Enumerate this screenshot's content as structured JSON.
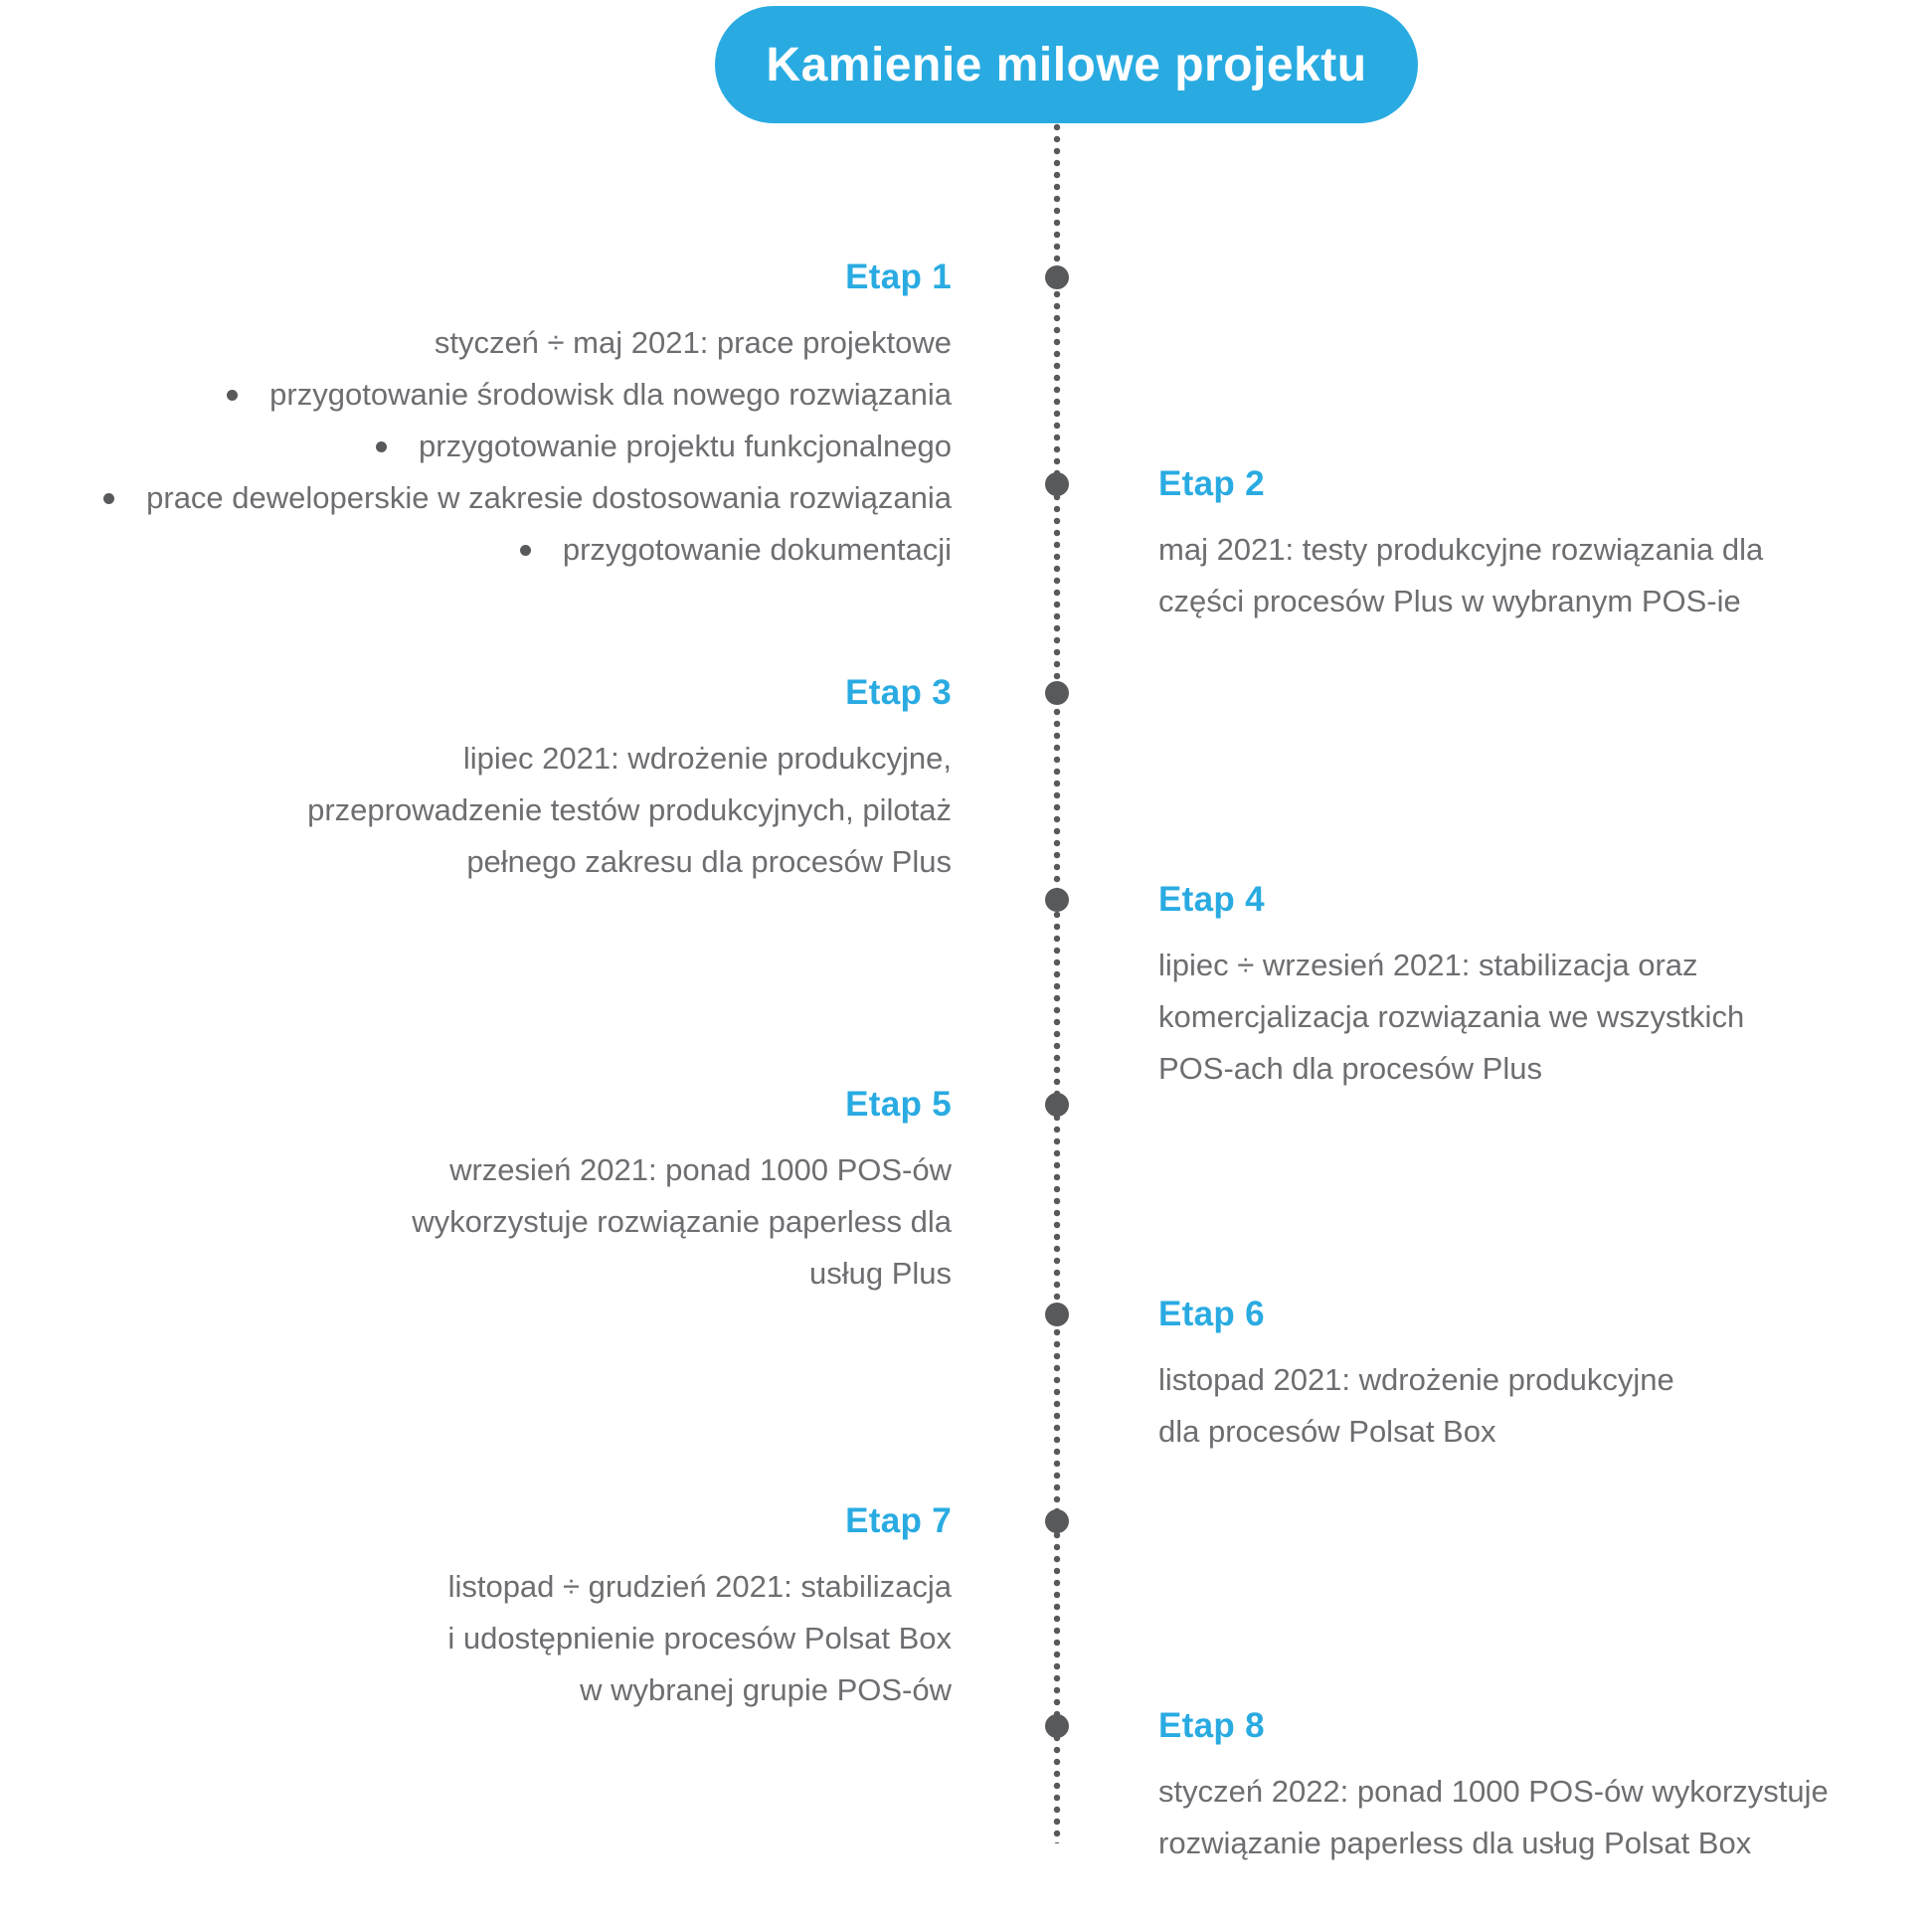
{
  "title": "Kamienie milowe projektu",
  "colors": {
    "accent_blue": "#29ABE2",
    "dot_gray": "#58595B",
    "text_gray": "#6D6E71",
    "background": "#FFFFFF"
  },
  "milestones": [
    {
      "label": "Etap 1",
      "side": "left",
      "lines": [
        {
          "bullet": false,
          "text": "styczeń ÷ maj 2021: prace projektowe"
        },
        {
          "bullet": true,
          "text": "przygotowanie środowisk dla nowego rozwiązania"
        },
        {
          "bullet": true,
          "text": "przygotowanie projektu funkcjonalnego"
        },
        {
          "bullet": true,
          "text": "prace deweloperskie w zakresie dostosowania rozwiązania"
        },
        {
          "bullet": true,
          "text": "przygotowanie dokumentacji"
        }
      ]
    },
    {
      "label": "Etap 2",
      "side": "right",
      "lines": [
        {
          "bullet": false,
          "text": "maj 2021: testy produkcyjne rozwiązania dla"
        },
        {
          "bullet": false,
          "text": "części procesów Plus w wybranym POS-ie"
        }
      ]
    },
    {
      "label": "Etap 3",
      "side": "left",
      "lines": [
        {
          "bullet": false,
          "text": "lipiec 2021: wdrożenie produkcyjne,"
        },
        {
          "bullet": false,
          "text": "przeprowadzenie testów produkcyjnych, pilotaż"
        },
        {
          "bullet": false,
          "text": "pełnego zakresu dla procesów Plus"
        }
      ]
    },
    {
      "label": "Etap 4",
      "side": "right",
      "lines": [
        {
          "bullet": false,
          "text": "lipiec ÷ wrzesień 2021: stabilizacja oraz"
        },
        {
          "bullet": false,
          "text": "komercjalizacja rozwiązania we wszystkich"
        },
        {
          "bullet": false,
          "text": "POS-ach dla procesów Plus"
        }
      ]
    },
    {
      "label": "Etap 5",
      "side": "left",
      "lines": [
        {
          "bullet": false,
          "text": "wrzesień 2021: ponad 1000 POS-ów"
        },
        {
          "bullet": false,
          "text": "wykorzystuje rozwiązanie paperless dla"
        },
        {
          "bullet": false,
          "text": "usług Plus"
        }
      ]
    },
    {
      "label": "Etap 6",
      "side": "right",
      "lines": [
        {
          "bullet": false,
          "text": "listopad 2021: wdrożenie produkcyjne"
        },
        {
          "bullet": false,
          "text": "dla procesów Polsat Box"
        }
      ]
    },
    {
      "label": "Etap 7",
      "side": "left",
      "lines": [
        {
          "bullet": false,
          "text": "listopad ÷ grudzień 2021: stabilizacja"
        },
        {
          "bullet": false,
          "text": "i udostępnienie procesów Polsat Box"
        },
        {
          "bullet": false,
          "text": "w wybranej grupie POS-ów"
        }
      ]
    },
    {
      "label": "Etap 8",
      "side": "right",
      "lines": [
        {
          "bullet": false,
          "text": "styczeń 2022: ponad 1000 POS-ów wykorzystuje"
        },
        {
          "bullet": false,
          "text": "rozwiązanie paperless dla usług Polsat Box"
        }
      ]
    }
  ]
}
